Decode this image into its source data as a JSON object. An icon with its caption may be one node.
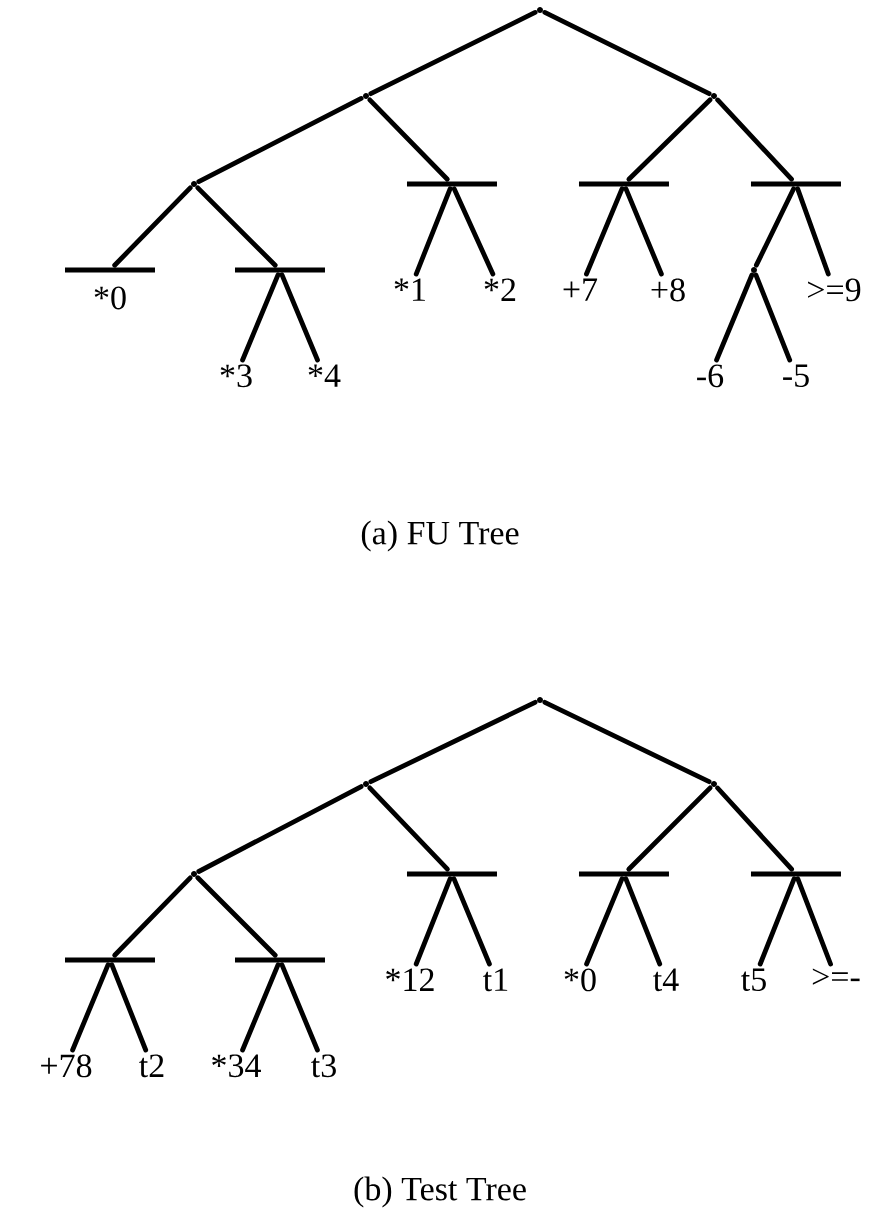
{
  "diagram": {
    "nodes": [
      {
        "text": [],
        "shape": "point"
      },
      {
        "text": [],
        "shape": "point"
      },
      {
        "text": [],
        "shape": "point"
      },
      {
        "text": [],
        "shape": "point"
      },
      {
        "text": [],
        "shape": "bar"
      },
      {
        "text": [],
        "shape": "bar"
      },
      {
        "text": [],
        "shape": "bar"
      },
      {
        "text": [],
        "shape": "bar",
        "beside": [
          "*0"
        ]
      },
      {
        "text": [],
        "shape": "bar"
      },
      {
        "text": [
          "*1"
        ]
      },
      {
        "text": [
          "*2"
        ]
      },
      {
        "text": [
          "+7"
        ]
      },
      {
        "text": [
          "+8"
        ]
      },
      {
        "text": [],
        "shape": "point"
      },
      {
        "text": [
          ">=9"
        ]
      },
      {
        "text": [
          "*3"
        ]
      },
      {
        "text": [
          "*4"
        ]
      },
      {
        "text": [
          "-6"
        ]
      },
      {
        "text": [
          "-5"
        ]
      },
      {
        "text": [],
        "shape": "point"
      },
      {
        "text": [],
        "shape": "point"
      },
      {
        "text": [],
        "shape": "point"
      },
      {
        "text": [],
        "shape": "point"
      },
      {
        "text": [],
        "shape": "bar"
      },
      {
        "text": [],
        "shape": "bar"
      },
      {
        "text": [],
        "shape": "bar"
      },
      {
        "text": [],
        "shape": "bar"
      },
      {
        "text": [],
        "shape": "bar"
      },
      {
        "text": [
          "*12"
        ]
      },
      {
        "text": [
          "t1"
        ]
      },
      {
        "text": [
          "*0"
        ]
      },
      {
        "text": [
          "t4"
        ]
      },
      {
        "text": [
          "t5"
        ]
      },
      {
        "text": [
          ">=-"
        ]
      },
      {
        "text": [
          "+78"
        ]
      },
      {
        "text": [
          "t2"
        ]
      },
      {
        "text": [
          "*34"
        ]
      },
      {
        "text": [
          "t3"
        ]
      }
    ],
    "edges": [
      {
        "from": 0,
        "to": 1,
        "arrow": "none"
      },
      {
        "from": 0,
        "to": 2,
        "arrow": "none"
      },
      {
        "from": 1,
        "to": 3,
        "arrow": "none"
      },
      {
        "from": 1,
        "to": 4,
        "arrow": "none"
      },
      {
        "from": 2,
        "to": 5,
        "arrow": "none"
      },
      {
        "from": 2,
        "to": 6,
        "arrow": "none"
      },
      {
        "from": 3,
        "to": 7,
        "arrow": "none"
      },
      {
        "from": 3,
        "to": 8,
        "arrow": "none"
      },
      {
        "from": 4,
        "to": 9,
        "arrow": "none"
      },
      {
        "from": 4,
        "to": 10,
        "arrow": "none"
      },
      {
        "from": 5,
        "to": 11,
        "arrow": "none"
      },
      {
        "from": 5,
        "to": 12,
        "arrow": "none"
      },
      {
        "from": 6,
        "to": 13,
        "arrow": "none"
      },
      {
        "from": 6,
        "to": 14,
        "arrow": "none"
      },
      {
        "from": 8,
        "to": 15,
        "arrow": "none"
      },
      {
        "from": 8,
        "to": 16,
        "arrow": "none"
      },
      {
        "from": 13,
        "to": 17,
        "arrow": "none"
      },
      {
        "from": 13,
        "to": 18,
        "arrow": "none"
      },
      {
        "from": 19,
        "to": 20,
        "arrow": "none"
      },
      {
        "from": 19,
        "to": 21,
        "arrow": "none"
      },
      {
        "from": 20,
        "to": 22,
        "arrow": "none"
      },
      {
        "from": 20,
        "to": 23,
        "arrow": "none"
      },
      {
        "from": 21,
        "to": 24,
        "arrow": "none"
      },
      {
        "from": 21,
        "to": 25,
        "arrow": "none"
      },
      {
        "from": 22,
        "to": 26,
        "arrow": "none"
      },
      {
        "from": 22,
        "to": 27,
        "arrow": "none"
      },
      {
        "from": 23,
        "to": 28,
        "arrow": "none"
      },
      {
        "from": 23,
        "to": 29,
        "arrow": "none"
      },
      {
        "from": 24,
        "to": 30,
        "arrow": "none"
      },
      {
        "from": 24,
        "to": 31,
        "arrow": "none"
      },
      {
        "from": 25,
        "to": 32,
        "arrow": "none"
      },
      {
        "from": 25,
        "to": 33,
        "arrow": "none"
      },
      {
        "from": 26,
        "to": 34,
        "arrow": "none"
      },
      {
        "from": 26,
        "to": 35,
        "arrow": "none"
      },
      {
        "from": 27,
        "to": 36,
        "arrow": "none"
      },
      {
        "from": 27,
        "to": 37,
        "arrow": "none"
      }
    ],
    "labels": [
      "(a) FU Tree",
      "(b) Test Tree"
    ]
  }
}
